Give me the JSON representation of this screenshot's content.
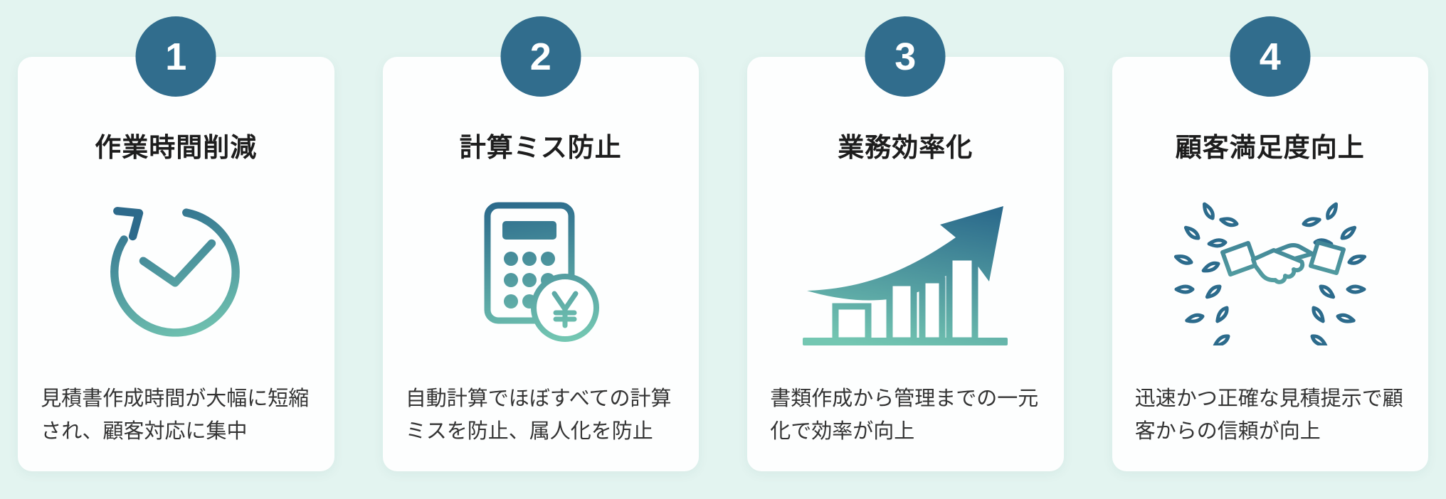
{
  "theme": {
    "background_color": "#e3f4f0",
    "card_background": "#fdfefe",
    "badge_color": "#316d8d",
    "badge_number_color": "#ffffff",
    "title_color": "#1d1d1d",
    "description_color": "#333333",
    "icon_gradient_start": "#2c6b8c",
    "icon_gradient_end": "#74c7b2"
  },
  "cards": [
    {
      "number": "1",
      "title": "作業時間削減",
      "icon": "clock-refresh-icon",
      "description": "見積書作成時間が大幅に短縮され、顧客対応に集中"
    },
    {
      "number": "2",
      "title": "計算ミス防止",
      "icon": "calculator-yen-icon",
      "description": "自動計算でほぼすべての計算ミスを防止、属人化を防止"
    },
    {
      "number": "3",
      "title": "業務効率化",
      "icon": "growth-chart-arrow-icon",
      "description": "書類作成から管理までの一元化で効率が向上"
    },
    {
      "number": "4",
      "title": "顧客満足度向上",
      "icon": "handshake-laurel-icon",
      "description": "迅速かつ正確な見積提示で顧客からの信頼が向上"
    }
  ]
}
